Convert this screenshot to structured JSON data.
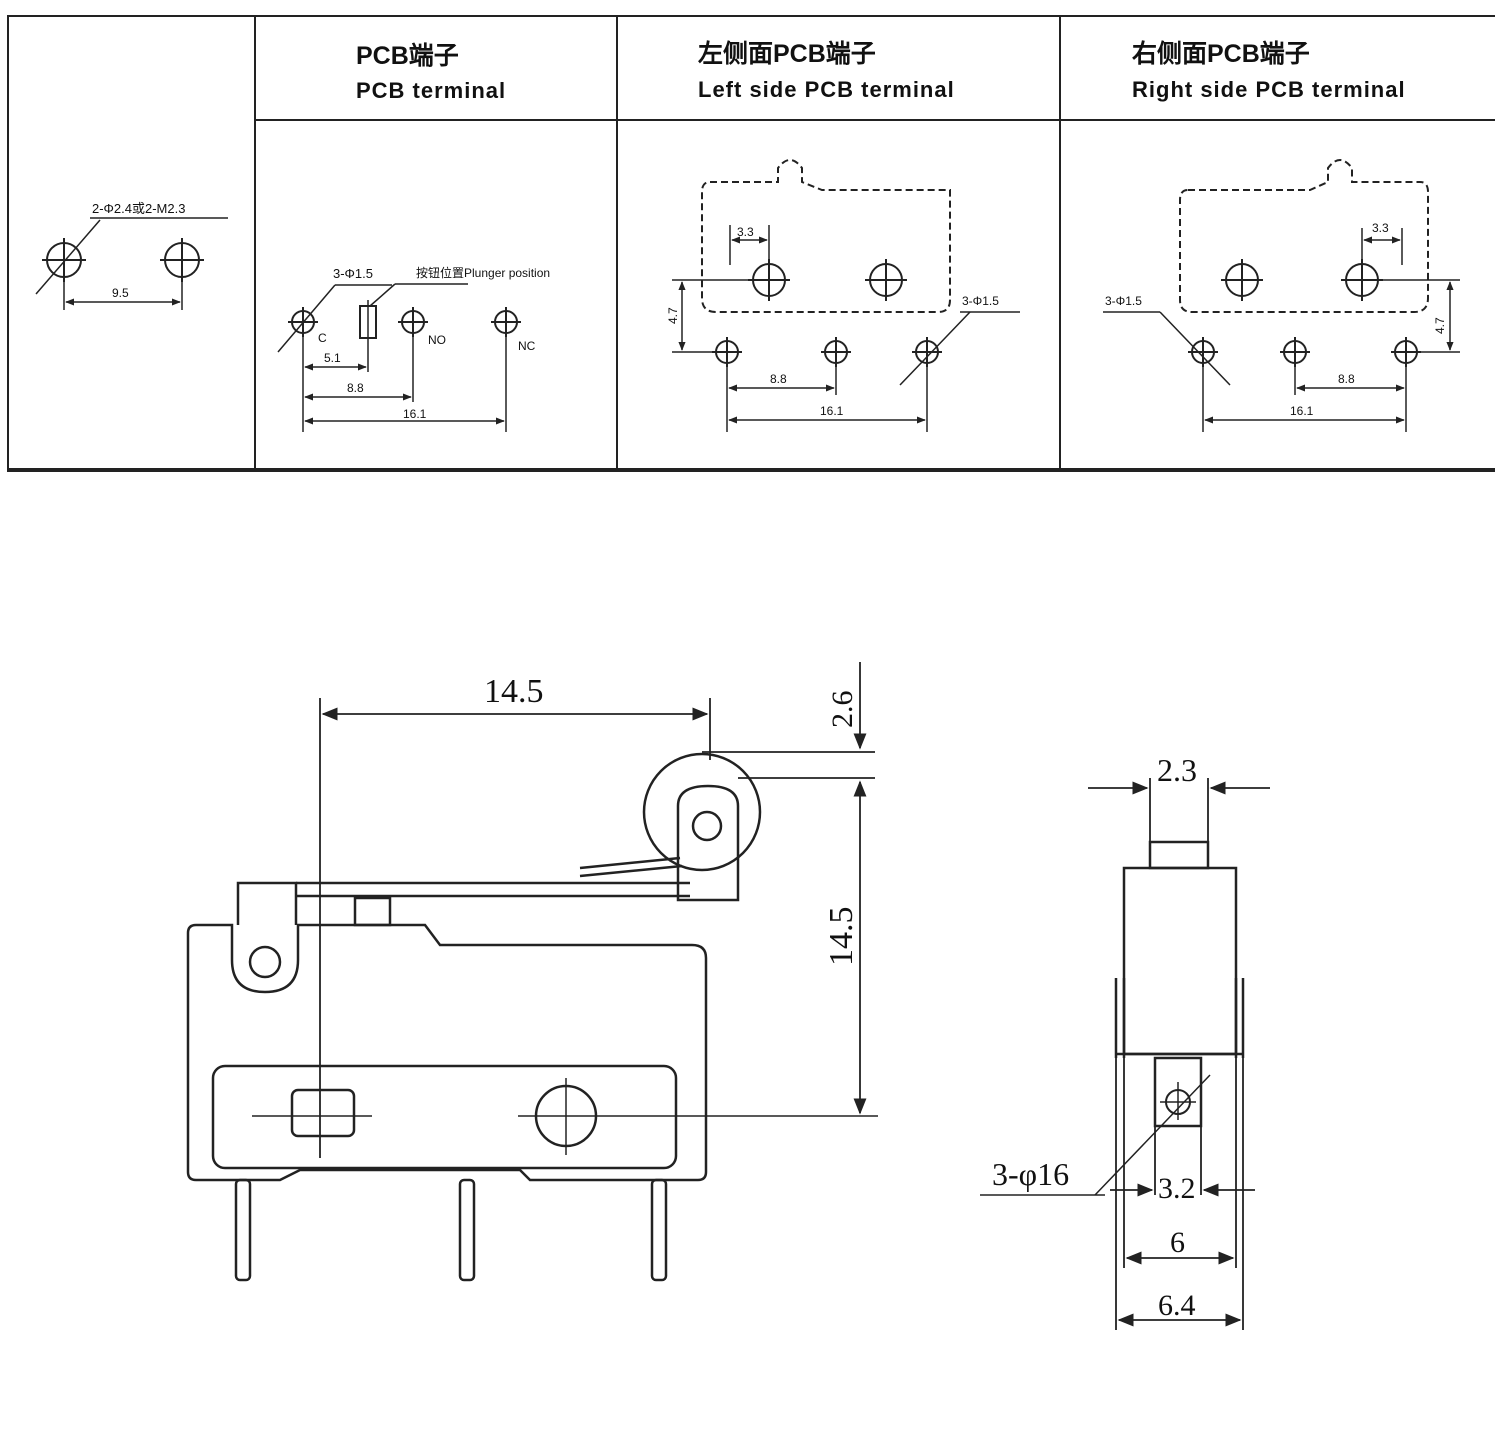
{
  "table": {
    "headers": [
      {
        "cn": "PCB端子",
        "en": "PCB terminal"
      },
      {
        "cn": "左侧面PCB端子",
        "en": "Left side PCB terminal"
      },
      {
        "cn": "右侧面PCB端子",
        "en": "Right side PCB terminal"
      }
    ],
    "col0": {
      "holes_label": "2-Φ2.4或2-M2.3",
      "spacing": "9.5"
    },
    "col1": {
      "holes_label": "3-Φ1.5",
      "plunger_label": "按钮位置Plunger position",
      "pin_c": "C",
      "pin_no": "NO",
      "pin_nc": "NC",
      "dim_a": "5.1",
      "dim_b": "8.8",
      "dim_c": "16.1"
    },
    "col2": {
      "dim_top": "3.3",
      "dim_height": "4.7",
      "holes_label": "3-Φ1.5",
      "dim_a": "8.8",
      "dim_b": "16.1"
    },
    "col3": {
      "dim_top": "3.3",
      "dim_height": "4.7",
      "holes_label": "3-Φ1.5",
      "dim_a": "8.8",
      "dim_b": "16.1"
    }
  },
  "front_view": {
    "dim_width": "14.5",
    "dim_height": "14.5",
    "dim_roller": "2.6"
  },
  "side_view": {
    "dim_top": "2.3",
    "holes_label": "3-φ16",
    "dim_a": "3.2",
    "dim_b": "6",
    "dim_c": "6.4"
  }
}
